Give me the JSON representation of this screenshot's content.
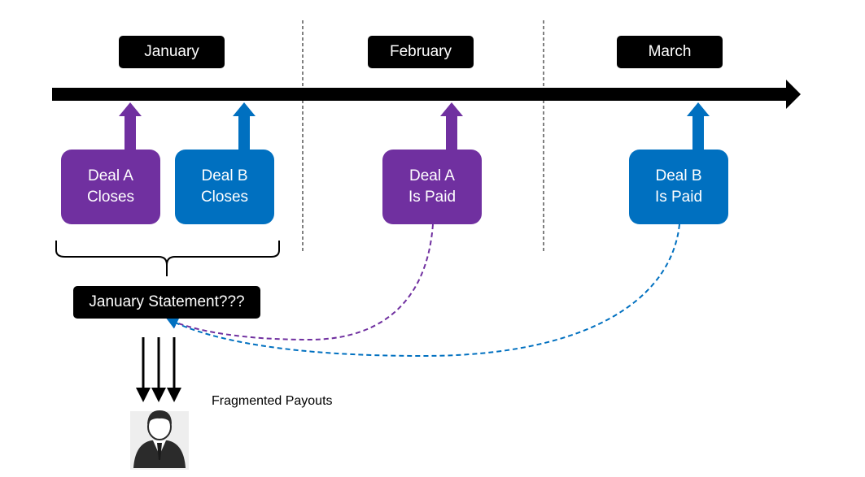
{
  "timeline": {
    "months": [
      "January",
      "February",
      "March"
    ]
  },
  "deals": [
    {
      "line1": "Deal A",
      "line2": "Closes",
      "color": "#7030A0"
    },
    {
      "line1": "Deal B",
      "line2": "Closes",
      "color": "#0070C0"
    },
    {
      "line1": "Deal A",
      "line2": "Is Paid",
      "color": "#7030A0"
    },
    {
      "line1": "Deal B",
      "line2": "Is Paid",
      "color": "#0070C0"
    }
  ],
  "statement": {
    "label": "January Statement???"
  },
  "payouts": {
    "label": "Fragmented Payouts"
  },
  "colors": {
    "deal_a": "#7030A0",
    "deal_b": "#0070C0",
    "timeline": "#000000"
  },
  "icons": [
    "person-avatar-icon"
  ]
}
